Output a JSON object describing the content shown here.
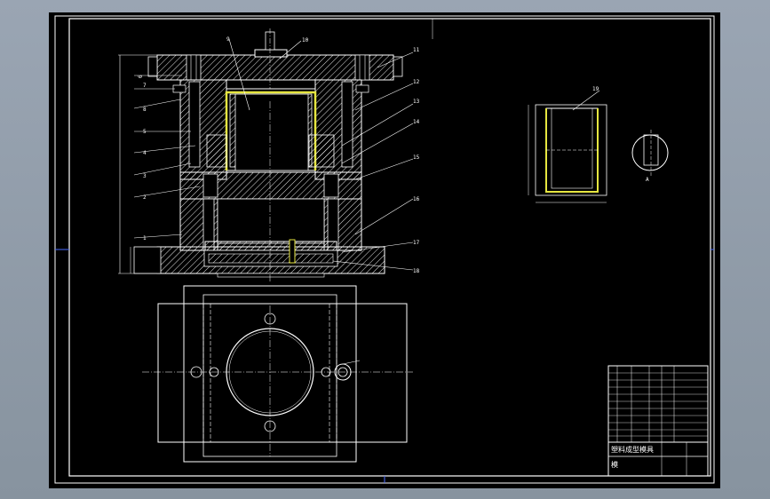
{
  "drawing": {
    "part_numbers": [
      "1",
      "2",
      "3",
      "4",
      "5",
      "6",
      "7",
      "8",
      "9",
      "10",
      "11",
      "12",
      "13",
      "14",
      "15",
      "16",
      "17",
      "18",
      "19"
    ],
    "view_label": "A",
    "title_block": {
      "title": "塑料成型模具",
      "subtitle": "模"
    }
  },
  "colors": {
    "background": "#000000",
    "lines": "#ffffff",
    "hatch": "#ffffff",
    "yellow": "#e6e640",
    "centerline": "#ffffff",
    "desk": "#8e9aa9"
  }
}
